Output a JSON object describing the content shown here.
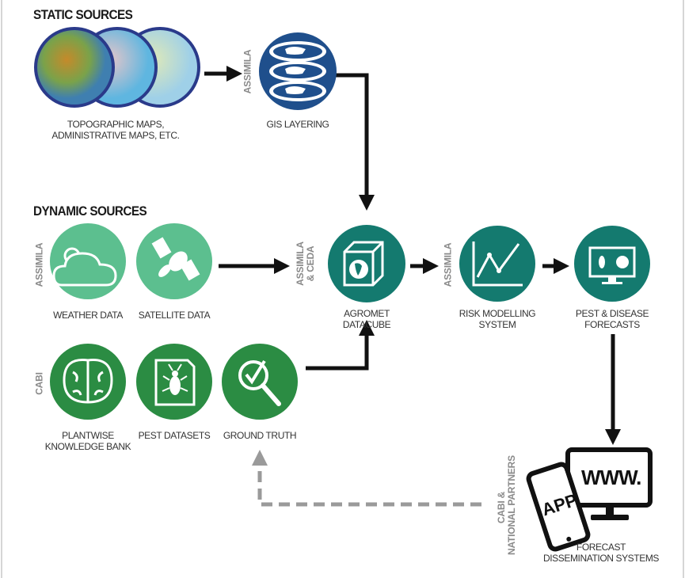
{
  "sections": {
    "static_title": "STATIC SOURCES",
    "dynamic_title": "DYNAMIC SOURCES"
  },
  "nodes": {
    "maps": {
      "label": "TOPOGRAPHIC MAPS, ADMINISTRATIVE MAPS, ETC.",
      "icon": "globe-maps-icon"
    },
    "gis": {
      "label": "GIS LAYERING",
      "icon": "layered-globe-icon"
    },
    "weather": {
      "label": "WEATHER DATA",
      "icon": "cloud-sun-icon"
    },
    "satellite": {
      "label": "SATELLITE DATA",
      "icon": "satellite-icon"
    },
    "datacube": {
      "label_line1": "AGROMET",
      "label_line2": "DATACUBE",
      "icon": "globe-cube-icon"
    },
    "risk": {
      "label_line1": "RISK MODELLING",
      "label_line2": "SYSTEM",
      "icon": "line-chart-icon"
    },
    "forecasts": {
      "label_line1": "PEST & DISEASE",
      "label_line2": "FORECASTS",
      "icon": "monitor-pest-icon"
    },
    "plantwise": {
      "label_line1": "PLANTWISE",
      "label_line2": "KNOWLEDGE BANK",
      "icon": "brain-icon"
    },
    "pest_datasets": {
      "label": "PEST DATASETS",
      "icon": "document-insect-icon"
    },
    "ground_truth": {
      "label": "GROUND TRUTH",
      "icon": "magnifier-check-icon"
    },
    "dissemination": {
      "label_line1": "FORECAST",
      "label_line2": "DISSEMINATION SYSTEMS",
      "app_text": "APP",
      "web_text": "WWW.",
      "icon": "phone-monitor-icon"
    }
  },
  "partners": {
    "static_assimila": "ASSIMILA",
    "dynamic_assimila": "ASSIMILA",
    "cabi": "CABI",
    "datacube_line1": "ASSIMILA",
    "datacube_line2": "& CEDA",
    "risk_assimila": "ASSIMILA",
    "dissemination_line1": "CABI &",
    "dissemination_line2": "NATIONAL PARTNERS"
  },
  "colors": {
    "light_green": "#5cbf8f",
    "teal": "#147a6f",
    "dark_green": "#2b8c43",
    "gis_blue": "#1f4f8c",
    "globe_border": "#2a3a8a",
    "arrow": "#111111",
    "feedback_arrow": "#9a9a9a"
  }
}
